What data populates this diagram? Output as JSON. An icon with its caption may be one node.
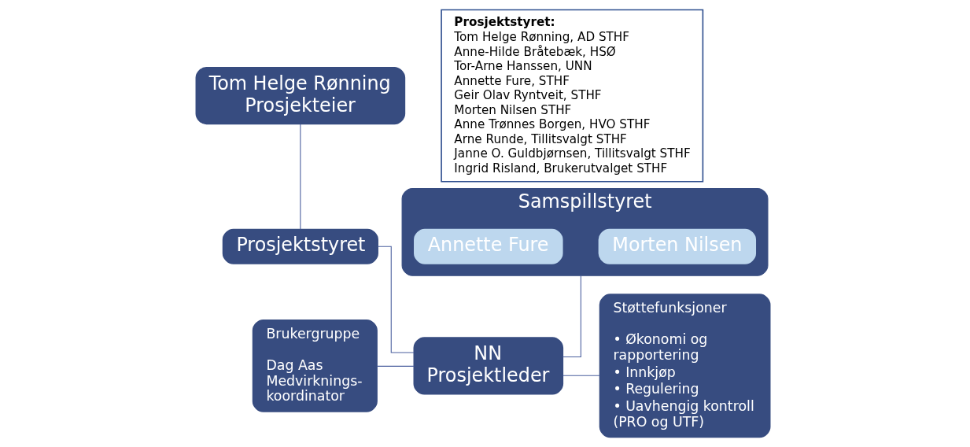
{
  "diagram": {
    "nodes": [
      {
        "text": [
          "Tom Helge Rønning",
          "Prosjekteier"
        ]
      },
      {
        "text": [
          "Prosjektstyret"
        ]
      },
      {
        "text": [
          "Samspillstyret"
        ]
      },
      {
        "text": [
          "Annette Fure"
        ],
        "in": 2
      },
      {
        "text": [
          "Morten Nilsen"
        ],
        "in": 2
      },
      {
        "text": [
          "Brukergruppe",
          "Dag Aas Medvirknings-koordinator"
        ]
      },
      {
        "text": [
          "NN",
          "Prosjektleder"
        ]
      },
      {
        "text": [
          "Støttefunksjoner",
          "• Økonomi og rapportering",
          "• Innkjøp",
          "• Regulering",
          "• Uavhengig kontroll (PRO og UTF)"
        ]
      },
      {
        "text": [
          "Prosjektstyret:",
          "Tom Helge Rønning, AD STHF",
          "Anne-Hilde Bråtebæk, HSØ",
          "Tor-Arne Hanssen, UNN",
          "Annette Fure, STHF",
          "Geir Olav Ryntveit, STHF",
          "Morten Nilsen STHF",
          "Anne Trønnes Borgen, HVO STHF",
          "Arne Runde, Tillitsvalgt STHF",
          "Janne O. Guldbjørnsen, Tillitsvalgt STHF",
          "Ingrid Risland, Brukerutvalget STHF"
        ]
      }
    ],
    "edges": [
      {
        "from": 0,
        "to": 1,
        "arrow": "none"
      },
      {
        "from": 1,
        "to": 6,
        "arrow": "none"
      },
      {
        "from": 2,
        "to": 6,
        "arrow": "none"
      },
      {
        "from": 5,
        "to": 6,
        "arrow": "none"
      },
      {
        "from": 6,
        "to": 7,
        "arrow": "none"
      }
    ]
  }
}
